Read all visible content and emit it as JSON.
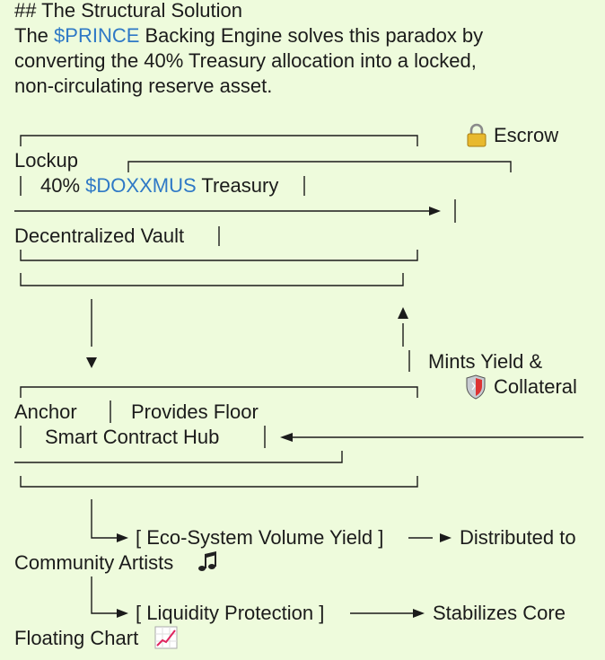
{
  "heading": "## The Structural Solution",
  "intro": {
    "prefix": "The ",
    "token": "$PRINCE",
    "line1_rest": " Backing Engine solves this paradox by",
    "line2": "converting the 40% Treasury allocation into a locked,",
    "line3": "non-circulating reserve asset."
  },
  "vault": {
    "escrow_label": "Escrow",
    "lockup_label": "Lockup",
    "treasury_prefix": "40% ",
    "treasury_token": "$DOXXMUS",
    "treasury_suffix": " Treasury",
    "vault_label": "Decentralized Vault"
  },
  "yield": {
    "line1": "Mints Yield &",
    "line2": "Collateral"
  },
  "hub": {
    "anchor": "Anchor",
    "floor": "Provides Floor",
    "hub": "Smart Contract Hub"
  },
  "branches": {
    "eco_label": "[ Eco-System Volume Yield ]",
    "eco_target": "Distributed to",
    "eco_target2": "Community Artists",
    "liq_label": "[ Liquidity Protection ]",
    "liq_target": "Stabilizes Core",
    "liq_target2": "Floating Chart"
  },
  "icons": {
    "lock": "lock-icon",
    "shield": "shield-icon",
    "music": "music-notes-icon",
    "chart": "chart-increasing-icon"
  },
  "colors": {
    "background": "#eefbdc",
    "link": "#2f79c6",
    "text": "#1b1b1b"
  }
}
